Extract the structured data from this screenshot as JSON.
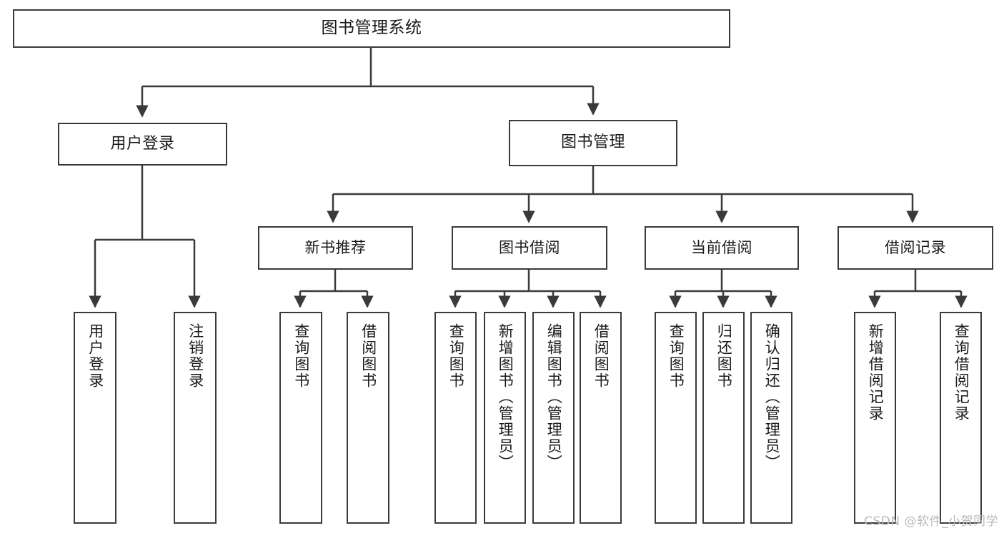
{
  "diagram": {
    "type": "tree",
    "title": "图书管理系统",
    "style": {
      "box_border_color": "#3a3a3a",
      "box_fill_color": "#ffffff",
      "connector_color": "#3a3a3a",
      "background": "#ffffff",
      "text_color": "#1a1a1a"
    },
    "nodes": {
      "root": {
        "label": "图书管理系统"
      },
      "level2": [
        {
          "label": "用户登录"
        },
        {
          "label": "图书管理"
        }
      ],
      "level3": [
        {
          "label": "新书推荐"
        },
        {
          "label": "图书借阅"
        },
        {
          "label": "当前借阅"
        },
        {
          "label": "借阅记录"
        }
      ],
      "leaves": {
        "user_login": [
          {
            "label": "用户登录"
          },
          {
            "label": "注销登录"
          }
        ],
        "new_book_recommend": [
          {
            "label": "查询图书"
          },
          {
            "label": "借阅图书"
          }
        ],
        "book_borrow": [
          {
            "label": "查询图书"
          },
          {
            "label": "新增图书（管理员）"
          },
          {
            "label": "编辑图书（管理员）"
          },
          {
            "label": "借阅图书"
          }
        ],
        "current_borrow": [
          {
            "label": "查询图书"
          },
          {
            "label": "归还图书"
          },
          {
            "label": "确认归还（管理员）"
          }
        ],
        "borrow_record": [
          {
            "label": "新增借阅记录"
          },
          {
            "label": "查询借阅记录"
          }
        ]
      }
    },
    "watermark": "CSDN @软件_小贺同学"
  }
}
